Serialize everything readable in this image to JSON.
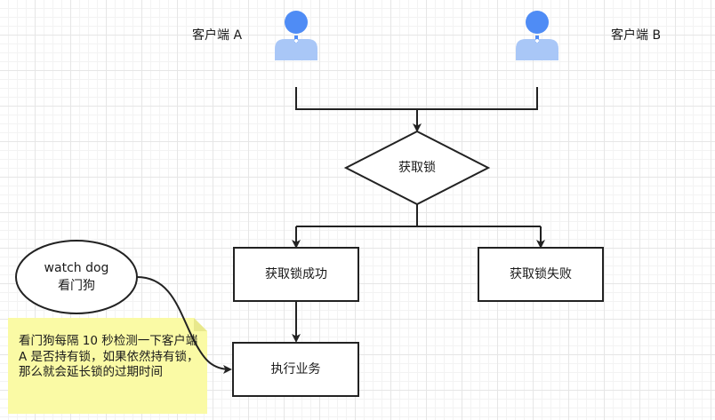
{
  "nodes": {
    "client_a": "客户端 A",
    "client_b": "客户端 B",
    "acquire_lock": "获取锁",
    "lock_success": "获取锁成功",
    "lock_failure": "获取锁失败",
    "execute_business": "执行业务",
    "watch_dog_line1": "watch dog",
    "watch_dog_line2": "看门狗"
  },
  "note": {
    "text": "看门狗每隔 10 秒检测一下客户端 A 是否持有锁，如果依然持有锁，那么就会延长锁的过期时间"
  },
  "colors": {
    "user_head": "#4f8cf5",
    "user_body": "#a9c7f7",
    "note_fill": "#fafaa5",
    "stroke": "#222222"
  },
  "icons": {
    "client_a": "user-icon",
    "client_b": "user-icon"
  }
}
